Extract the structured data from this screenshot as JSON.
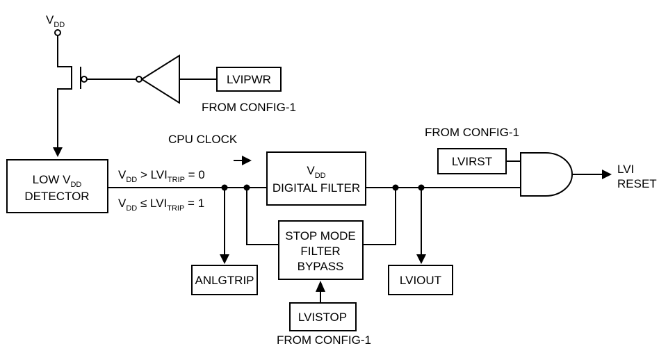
{
  "supply": {
    "v": "V",
    "sub": "DD"
  },
  "lvipwr": {
    "label": "LVIPWR",
    "source": "FROM CONFIG-1"
  },
  "detector": {
    "line1": "LOW V",
    "line1_sub": "DD",
    "line2": "DETECTOR"
  },
  "conditions": {
    "gt": {
      "v": "V",
      "v_sub": "DD",
      "op": " > LVI",
      "trip_sub": "TRIP",
      "value": " = 0"
    },
    "le": {
      "v": "V",
      "v_sub": "DD",
      "op": " ≤ LVI",
      "trip_sub": "TRIP",
      "value": " = 1"
    }
  },
  "cpu_clock": "CPU CLOCK",
  "filter": {
    "v": "V",
    "v_sub": "DD",
    "line2": "DIGITAL FILTER"
  },
  "stop_bypass": {
    "line1": "STOP MODE",
    "line2": "FILTER",
    "line3": "BYPASS"
  },
  "anlgtrip": "ANLGTRIP",
  "lvistop": {
    "label": "LVISTOP",
    "source": "FROM CONFIG-1"
  },
  "lviout": "LVIOUT",
  "lvirst": {
    "label": "LVIRST",
    "source": "FROM CONFIG-1"
  },
  "output": {
    "line1": "LVI",
    "line2": "RESET"
  }
}
